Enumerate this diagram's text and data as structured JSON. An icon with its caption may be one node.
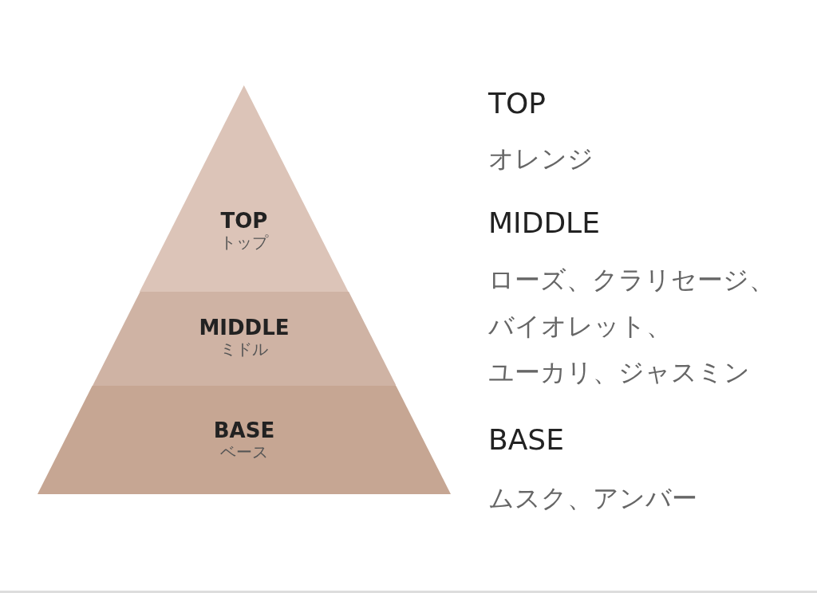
{
  "diagram": {
    "nodes": [
      {
        "text": [
          "TOP",
          "トップ"
        ]
      },
      {
        "text": [
          "MIDDLE",
          "ミドル"
        ]
      },
      {
        "text": [
          "BASE",
          "ベース"
        ]
      }
    ],
    "edges": [],
    "labels": [
      "TOP",
      "オレンジ",
      "MIDDLE",
      "ローズ、クラリセージ、バイオレット、ユーカリ、ジャスミン",
      "BASE",
      "ムスク、アンバー"
    ]
  }
}
